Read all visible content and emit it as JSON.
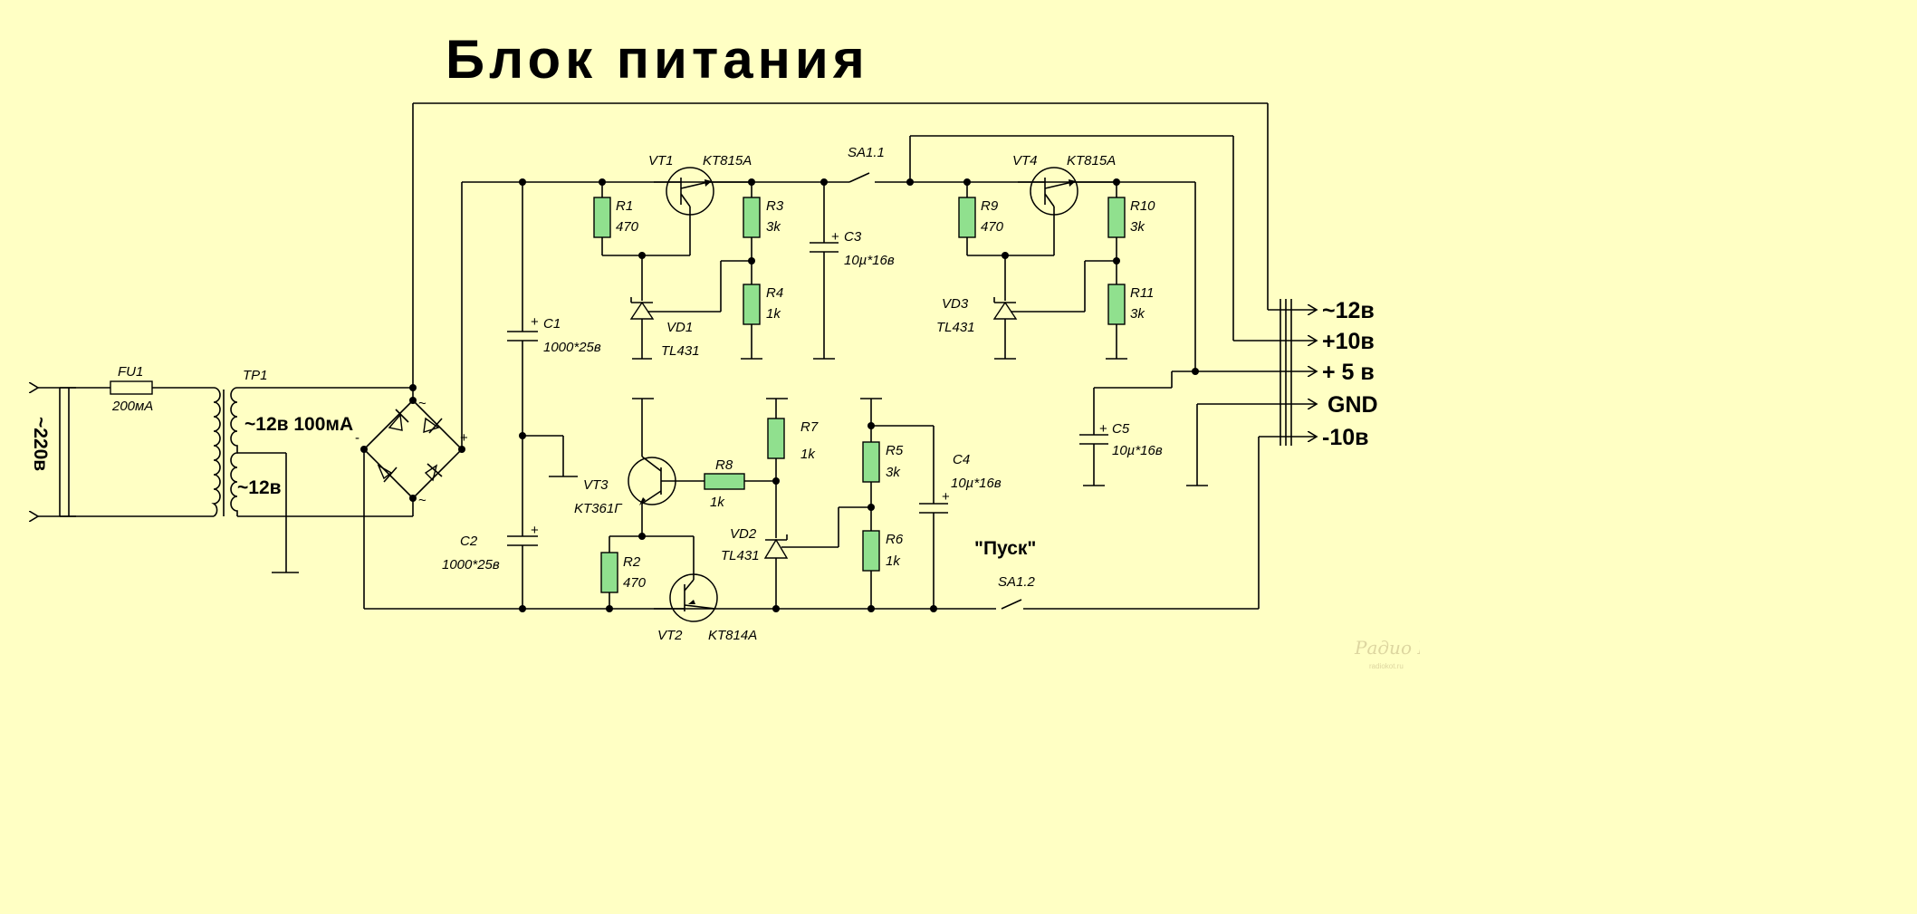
{
  "title": "Блок питания",
  "labels": {
    "fu1": "FU1",
    "fu1_val": "200мА",
    "tp1": "TP1",
    "tr_sec1": "~12в 100мА",
    "tr_sec2": "~12в",
    "mains": "~220в",
    "vt1": "VT1",
    "vt1_type": "KT815A",
    "vt4": "VT4",
    "vt4_type": "KT815A",
    "vt3": "VT3",
    "vt3_type": "KT361Г",
    "vt2": "VT2",
    "vt2_type": "KT814A",
    "r1": "R1",
    "r1_val": "470",
    "r2": "R2",
    "r2_val": "470",
    "r3": "R3",
    "r3_val": "3k",
    "r4": "R4",
    "r4_val": "1k",
    "r5": "R5",
    "r5_val": "3k",
    "r6": "R6",
    "r6_val": "1k",
    "r7": "R7",
    "r7_val": "1k",
    "r8": "R8",
    "r8_val": "1k",
    "r9": "R9",
    "r9_val": "470",
    "r10": "R10",
    "r10_val": "3k",
    "r11": "R11",
    "r11_val": "3k",
    "vd1": "VD1",
    "vd1_type": "TL431",
    "vd2": "VD2",
    "vd2_type": "TL431",
    "vd3": "VD3",
    "vd3_type": "TL431",
    "c1": "C1",
    "c1_val": "1000*25в",
    "c2": "C2",
    "c2_val": "1000*25в",
    "c3": "C3",
    "c3_val": "10µ*16в",
    "c4": "C4",
    "c4_val": "10µ*16в",
    "c5": "C5",
    "c5_val": "10µ*16в",
    "sa11": "SA1.1",
    "sa12": "SA1.2",
    "pusk": "\"Пуск\"",
    "out_12": "~12в",
    "out_10p": "+10в",
    "out_5": "+ 5 в",
    "out_gnd": "GND",
    "out_10m": "-10в",
    "watermark": "Радио КОТ",
    "watermark_url": "radiokot.ru"
  }
}
